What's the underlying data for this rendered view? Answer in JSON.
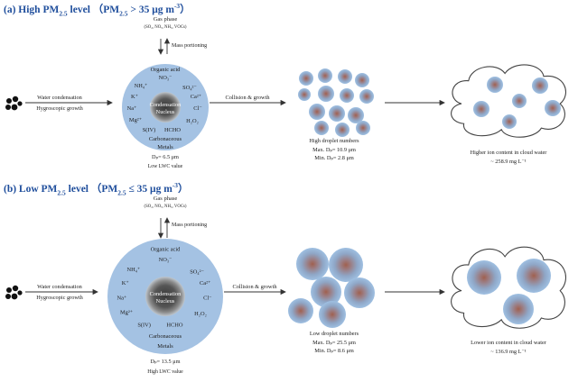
{
  "colors": {
    "header": "#1f4e9c",
    "droplet": "#a4c2e3",
    "nucleus_core": "#555555",
    "arrow": "#333333"
  },
  "panels": [
    {
      "id": "high",
      "header": {
        "prefix": "(a) High PM",
        "sub": "2.5",
        "level": " level",
        "paren_open": "（PM",
        "paren_sub": "2.5",
        "cmp": " > 35 μg m",
        "unit_sup": "-3",
        "paren_close": "）"
      },
      "gas_phase": "Gas phase",
      "gas_species": "(SO₂, NOₓ, NH₃, VOCs)",
      "mass_portioning": "Mass portioning",
      "water_condensation": "Water condensation",
      "hygroscopic_growth": "Hygroscopic growth",
      "collision_growth": "Collision & growth",
      "droplet_chem": {
        "organic_acid": "Organic acid",
        "no3": "NO₃⁻",
        "nh4": "NH₄⁺",
        "so4": "SO₄²⁻",
        "k": "K⁺",
        "ca": "Ca²⁺",
        "na": "Na⁺",
        "cl": "Cl⁻",
        "mg": "Mg²⁺",
        "h2o2": "H₂O₂",
        "siv": "S(IV)",
        "hcho": "HCHO",
        "carbonaceous": "Carbonaceous",
        "metals": "Metals",
        "nucleus_line1": "Condensation",
        "nucleus_line2": "Nucleus"
      },
      "dp": "Dₚ= 6.5 μm",
      "lwc": "Low LWC value",
      "droplet_numbers": "High droplet numbers",
      "max_dp": "Max. Dₚ= 10.9 μm",
      "min_dp": "Min. Dₚ= 2.8 μm",
      "ion_content": "Higher ion content in cloud water",
      "ion_value": "~ 258.9 mg L⁻¹"
    },
    {
      "id": "low",
      "header": {
        "prefix": "(b) Low PM",
        "sub": "2.5",
        "level": " level",
        "paren_open": "（PM",
        "paren_sub": "2.5",
        "cmp": " ≤ 35 μg m",
        "unit_sup": "-3",
        "paren_close": "）"
      },
      "gas_phase": "Gas phase",
      "gas_species": "(SO₂, NOₓ, NH₃, VOCs)",
      "mass_portioning": "Mass portioning",
      "water_condensation": "Water condensation",
      "hygroscopic_growth": "Hygroscopic growth",
      "collision_growth": "Collision & growth",
      "droplet_chem": {
        "organic_acid": "Organic acid",
        "no3": "NO₃⁻",
        "nh4": "NH₄⁺",
        "so4": "SO₄²⁻",
        "k": "K⁺",
        "ca": "Ca²⁺",
        "na": "Na⁺",
        "cl": "Cl⁻",
        "mg": "Mg²⁺",
        "h2o2": "H₂O₂",
        "siv": "S(IV)",
        "hcho": "HCHO",
        "carbonaceous": "Carbonaceous",
        "metals": "Metals",
        "nucleus_line1": "Condensation",
        "nucleus_line2": "Nucleus"
      },
      "dp": "Dₚ= 13.5 μm",
      "lwc": "High LWC value",
      "droplet_numbers": "Low droplet numbers",
      "max_dp": "Max. Dₚ= 25.5 μm",
      "min_dp": "Min. Dₚ= 8.6 μm",
      "ion_content": "Lower ion content in cloud water",
      "ion_value": "~ 136.9 mg L⁻¹"
    }
  ]
}
